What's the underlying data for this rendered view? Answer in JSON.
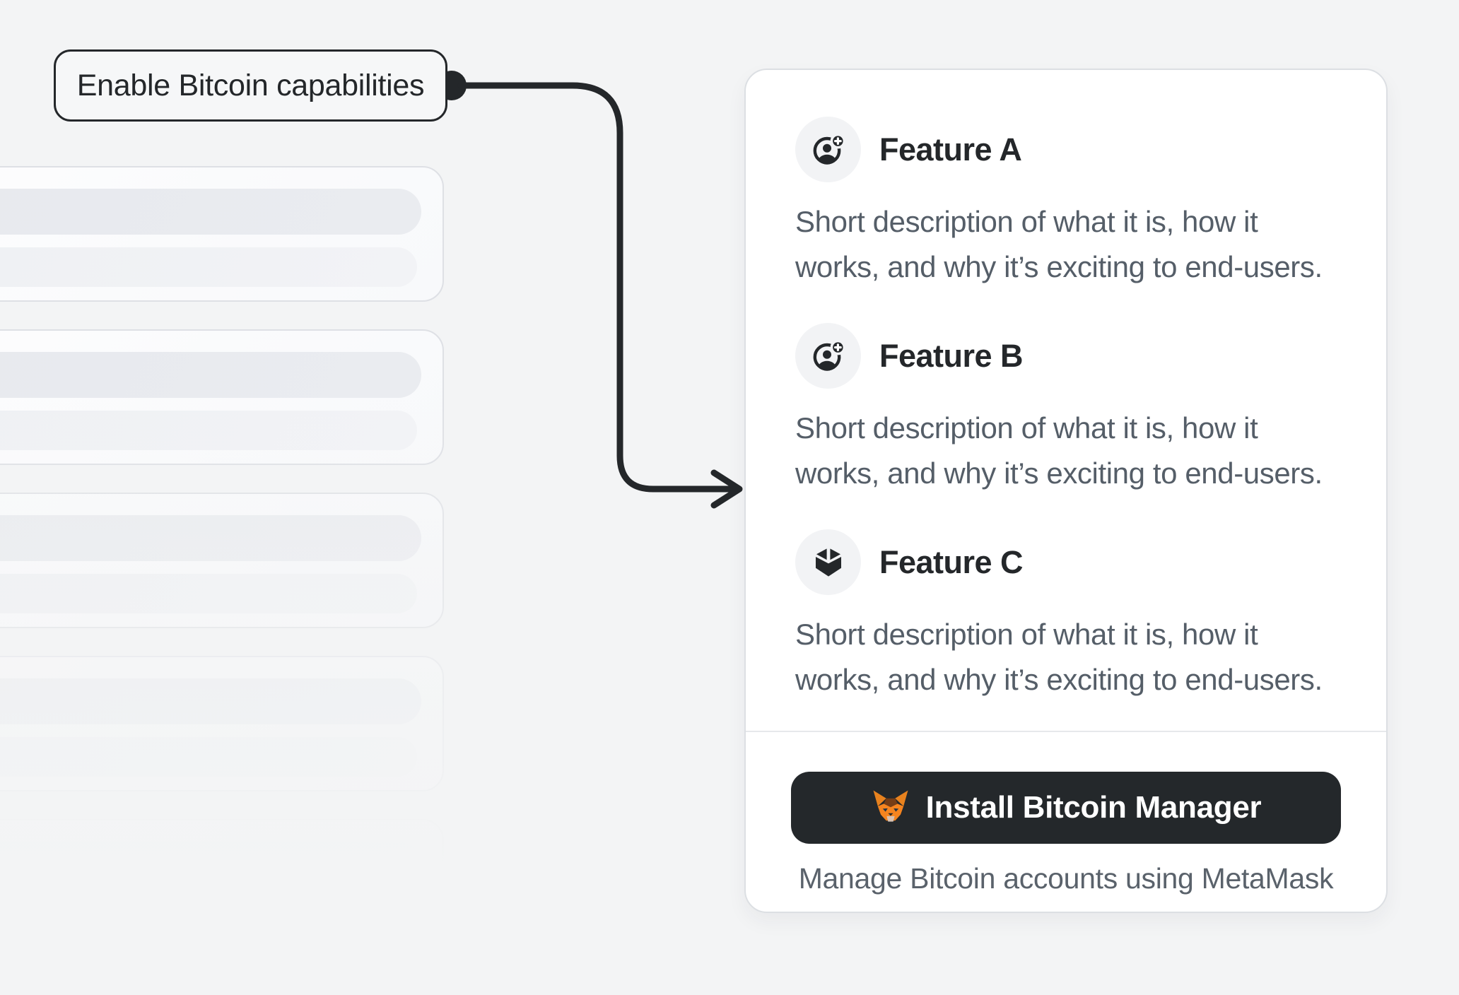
{
  "annotation": {
    "label": "Enable Bitcoin capabilities"
  },
  "features": [
    {
      "icon": "user-add-icon",
      "title": "Feature A",
      "description": "Short description of what it is, how it\nworks, and why it’s exciting to end-users."
    },
    {
      "icon": "user-add-icon",
      "title": "Feature B",
      "description": "Short description of what it is, how it\nworks, and why it’s exciting to end-users."
    },
    {
      "icon": "cube-icon",
      "title": "Feature C",
      "description": "Short description of what it is, how it\nworks, and why it’s exciting to end-users."
    }
  ],
  "footer": {
    "install_button": {
      "icon": "metamask-fox-icon",
      "label": "Install Bitcoin Manager"
    },
    "caption": "Manage Bitcoin accounts using MetaMask"
  },
  "colors": {
    "page_background": "#f3f4f5",
    "ink": "#24272a",
    "body_text": "#555e68",
    "button_background": "#24282b",
    "metamask_orange": "#f5841f"
  }
}
